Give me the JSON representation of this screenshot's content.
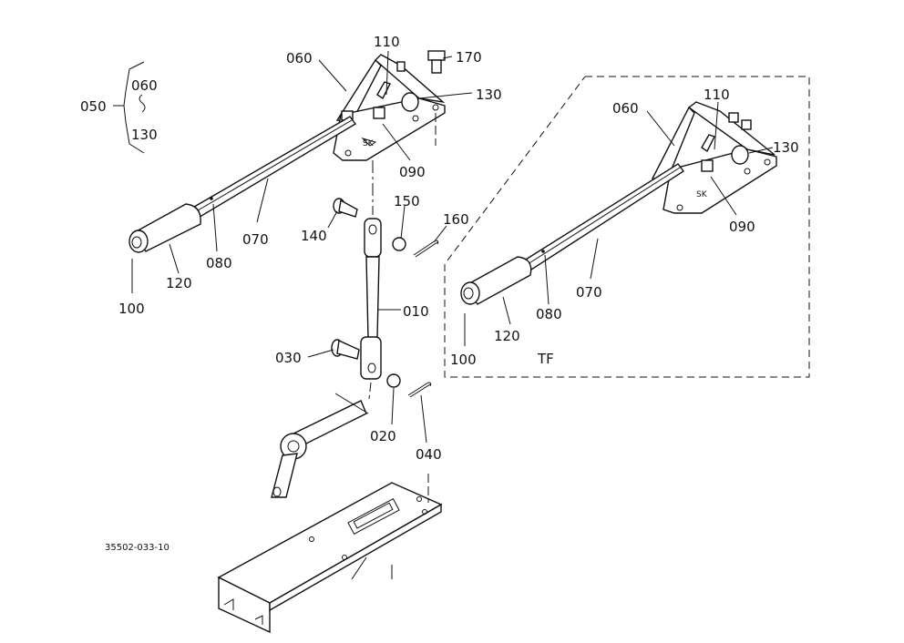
{
  "labels": {
    "l050": "050",
    "l060a": "060",
    "l130a": "130",
    "l060": "060",
    "l110": "110",
    "l170": "170",
    "l130": "130",
    "l090": "090",
    "l070": "070",
    "l080": "080",
    "l120": "120",
    "l100": "100",
    "l140": "140",
    "l150": "150",
    "l160": "160",
    "l010": "010",
    "l030": "030",
    "l020": "020",
    "l040": "040",
    "r060": "060",
    "r110": "110",
    "r130": "130",
    "r090": "090",
    "r070": "070",
    "r080": "080",
    "r120": "120",
    "r100": "100",
    "tf": "TF"
  },
  "drawing_ref": "35502-033-10"
}
